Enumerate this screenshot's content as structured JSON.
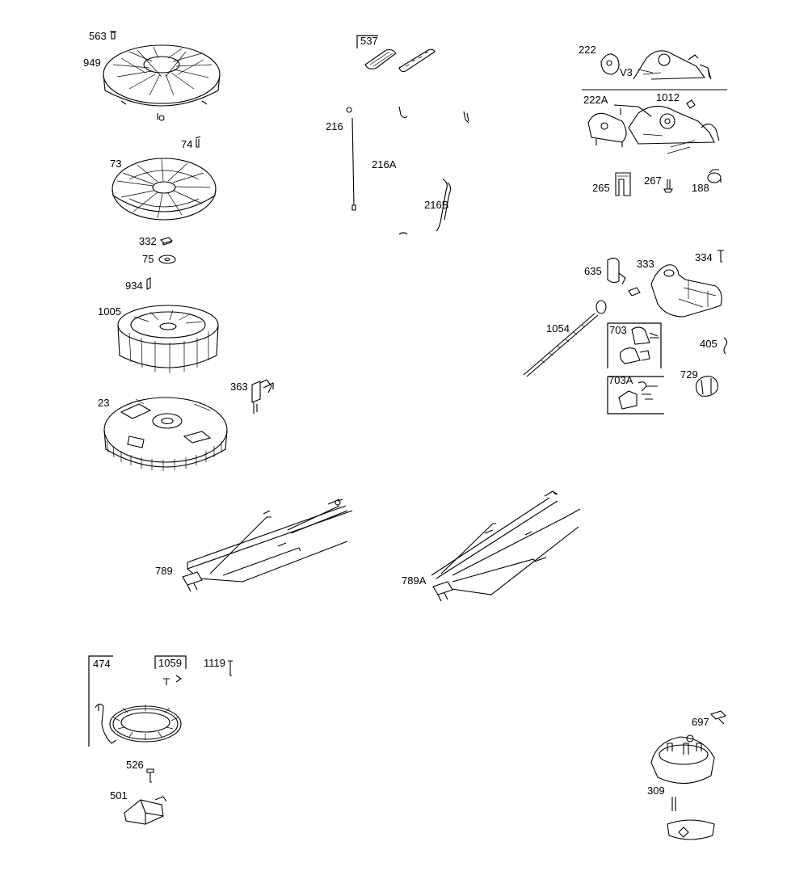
{
  "labels": {
    "563": "563",
    "949": "949",
    "74": "74",
    "73": "73",
    "332": "332",
    "75": "75",
    "934": "934",
    "1005": "1005",
    "23": "23",
    "363": "363",
    "537": "537",
    "216": "216",
    "216A": "216A",
    "216B": "216B",
    "222": "222",
    "V3": "V3",
    "222A": "222A",
    "1012": "1012",
    "265": "265",
    "267": "267",
    "188": "188",
    "635": "635",
    "333": "333",
    "334": "334",
    "1054": "1054",
    "703": "703",
    "405": "405",
    "703A": "703A",
    "729": "729",
    "789": "789",
    "789A": "789A",
    "474": "474",
    "1059": "1059",
    "1119": "1119",
    "526": "526",
    "501": "501",
    "697": "697",
    "309": "309"
  }
}
